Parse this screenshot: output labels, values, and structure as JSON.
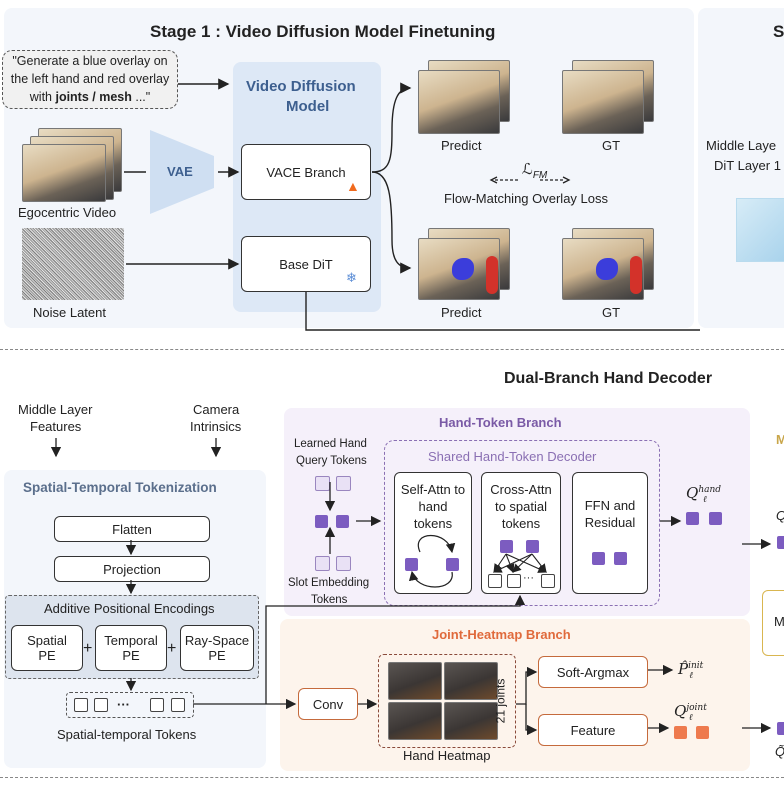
{
  "stage1": {
    "title": "Stage 1 : Video Diffusion Model Finetuning",
    "prompt_line1": "\"Generate a blue overlay on",
    "prompt_line2": "the left hand and red overlay",
    "prompt_line3_pre": "with ",
    "prompt_line3_bold": "joints / mesh",
    "prompt_line3_post": " ...\"",
    "vae": "VAE",
    "egocentric": "Egocentric Video",
    "noise_latent": "Noise Latent",
    "vdm_title_line1": "Video Diffusion",
    "vdm_title_line2": "Model",
    "vace_branch": "VACE Branch",
    "base_dit": "Base DiT",
    "predict": "Predict",
    "gt": "GT",
    "loss_symbol": "ℒ",
    "loss_sub": "FM",
    "loss_label": "Flow-Matching Overlay Loss",
    "right_partial_line1": "Middle Laye",
    "right_partial_line2": "DiT Layer 1",
    "stage2_partial": "S"
  },
  "decoder": {
    "title": "Dual-Branch Hand Decoder",
    "middle_features_line1": "Middle Layer",
    "middle_features_line2": "Features",
    "camera_line1": "Camera",
    "camera_line2": "Intrinsics",
    "st_title": "Spatial-Temporal Tokenization",
    "flatten": "Flatten",
    "projection": "Projection",
    "ape_title": "Additive Positional Encodings",
    "spatial_pe_l1": "Spatial",
    "spatial_pe_l2": "PE",
    "temporal_pe_l1": "Temporal",
    "temporal_pe_l2": "PE",
    "ray_pe_l1": "Ray-Space",
    "ray_pe_l2": "PE",
    "plus": "+",
    "ellipsis": "···",
    "st_tokens": "Spatial-temporal Tokens",
    "hand_token_branch": "Hand-Token Branch",
    "learned_line1": "Learned Hand",
    "learned_line2": "Query Tokens",
    "slot_line1": "Slot Embedding",
    "slot_line2": "Tokens",
    "shared_decoder": "Shared Hand-Token Decoder",
    "self_attn_l1": "Self-Attn to",
    "self_attn_l2": "hand",
    "self_attn_l3": "tokens",
    "cross_attn_l1": "Cross-Attn",
    "cross_attn_l2": "to spatial",
    "cross_attn_l3": "tokens",
    "ffn_l1": "FFN and",
    "ffn_l2": "Residual",
    "q_hand_base": "Q",
    "q_hand_sup": "hand",
    "q_sub": "ℓ",
    "joint_branch": "Joint-Heatmap Branch",
    "conv": "Conv",
    "hand_heatmap": "Hand Heatmap",
    "joints_21": "21 joints",
    "soft_argmax": "Soft-Argmax",
    "feature": "Feature",
    "p_init_base": "P̂",
    "p_init_sup": "init",
    "q_joint_base": "Q",
    "q_joint_sup": "joint",
    "right_m": "M",
    "right_m2": "M",
    "right_q": "Q",
    "right_q2": "Q̃"
  },
  "colors": {
    "stage1_bg": "#f3f6fb",
    "vdm_panel": "#dde8f6",
    "vae_shape": "#cfdff2",
    "hand_token_bg": "#f5f0fa",
    "joint_bg": "#fdf4ec",
    "token_purple": "#7c5cc0",
    "token_orange": "#ee7a4e",
    "accent_blue": "#3d5f8f"
  }
}
